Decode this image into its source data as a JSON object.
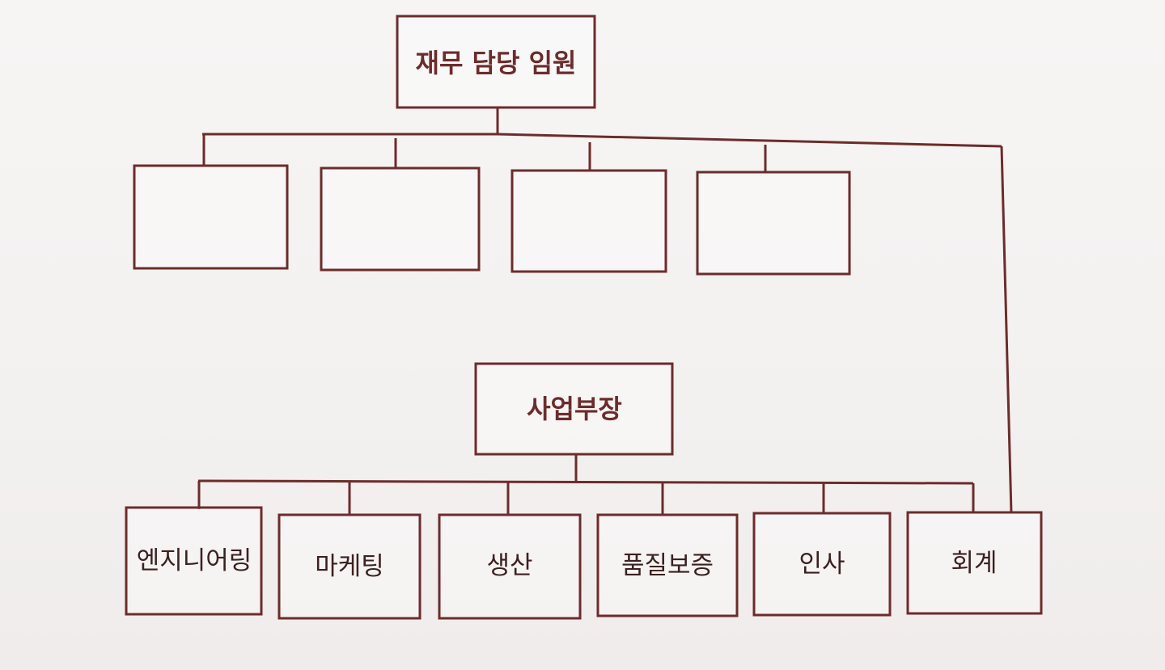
{
  "org_chart": {
    "top": {
      "label": "재무 담당 임원"
    },
    "top_children": [
      {
        "label": ""
      },
      {
        "label": ""
      },
      {
        "label": ""
      },
      {
        "label": ""
      }
    ],
    "middle": {
      "label": "사업부장"
    },
    "departments": [
      {
        "label": "엔지니어링"
      },
      {
        "label": "마케팅"
      },
      {
        "label": "생산"
      },
      {
        "label": "품질보증"
      },
      {
        "label": "인사"
      },
      {
        "label": "회계"
      }
    ]
  },
  "colors": {
    "line": "#6e2b2b",
    "heading_text": "#6e2b2b",
    "unit_text": "#3c2020"
  }
}
